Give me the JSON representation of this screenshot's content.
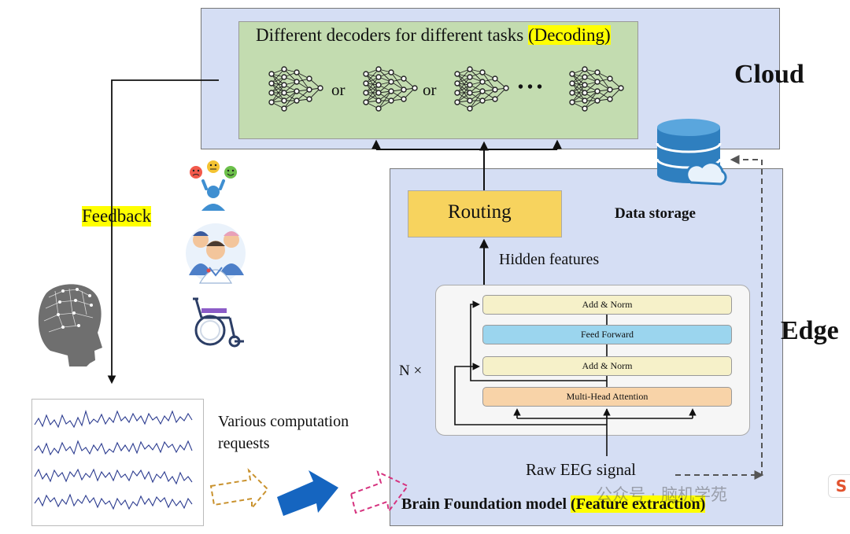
{
  "cloud": {
    "label": "Cloud",
    "decoders": {
      "title": "Different decoders for different tasks ",
      "title_highlight": "(Decoding)",
      "separators": [
        "or",
        "or",
        "• • •"
      ]
    }
  },
  "edge": {
    "label": "Edge",
    "routing": "Routing",
    "data_storage": "Data storage",
    "hidden_features": "Hidden features",
    "raw_signal": "Raw EEG signal",
    "repeat": "N ×",
    "transformer": {
      "add_norm_top": "Add & Norm",
      "feed_forward": "Feed Forward",
      "add_norm_bottom": "Add & Norm",
      "attention": "Multi-Head Attention"
    },
    "foundation_title": "Brain Foundation model ",
    "foundation_highlight": "(Feature extraction)"
  },
  "left": {
    "feedback": "Feedback",
    "requests_line1": "Various computation",
    "requests_line2": "requests"
  },
  "watermark": "公众号 · 脑机学苑",
  "corner_logo": "S",
  "colors": {
    "cloud_bg": "#d5def4",
    "decoder_bg": "#c3dcb0",
    "routing_bg": "#f7d35e",
    "highlight": "#ffff00",
    "feed_forward": "#9bd5ee",
    "attention": "#f8d3a8",
    "add_norm": "#f6f1c9",
    "big_arrow": "#1565c0",
    "dashed_orange": "#c9922e",
    "dashed_pink": "#d6337f"
  }
}
